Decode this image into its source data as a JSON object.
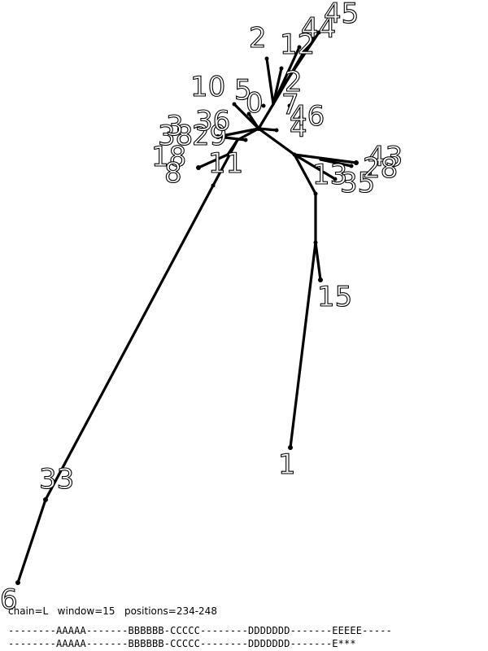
{
  "tree": {
    "nodes": [
      {
        "id": "root",
        "label": ""
      },
      {
        "id": "n1",
        "label": "1"
      },
      {
        "id": "n15",
        "label": "15"
      },
      {
        "id": "n33",
        "label": "33"
      },
      {
        "id": "n6",
        "label": "6"
      },
      {
        "id": "n11",
        "label": "11"
      },
      {
        "id": "n18",
        "label": "18"
      },
      {
        "id": "n8",
        "label": "8"
      },
      {
        "id": "n29",
        "label": "29"
      },
      {
        "id": "n38",
        "label": "38"
      },
      {
        "id": "n36",
        "label": "36"
      },
      {
        "id": "n3",
        "label": "3"
      },
      {
        "id": "n10",
        "label": "10"
      },
      {
        "id": "n5",
        "label": "5"
      },
      {
        "id": "n0",
        "label": "0"
      },
      {
        "id": "n2a",
        "label": "2"
      },
      {
        "id": "n12",
        "label": "12"
      },
      {
        "id": "n44",
        "label": "44"
      },
      {
        "id": "n45",
        "label": "45"
      },
      {
        "id": "n2b",
        "label": "2"
      },
      {
        "id": "n7",
        "label": "7"
      },
      {
        "id": "n4",
        "label": "4"
      },
      {
        "id": "n46",
        "label": "46"
      },
      {
        "id": "n13",
        "label": "13"
      },
      {
        "id": "n35",
        "label": "35"
      },
      {
        "id": "n43",
        "label": "43"
      },
      {
        "id": "n28",
        "label": "28"
      }
    ]
  },
  "footer": {
    "info": "chain=L   window=15   positions=234-248",
    "sequence_1": "--------AAAAA-------BBBBBB-CCCCC--------DDDDDDD-------EEEEE-----",
    "sequence_2": "--------AAAAA-------BBBBBB-CCCCC--------DDDDDDD-------E***"
  }
}
